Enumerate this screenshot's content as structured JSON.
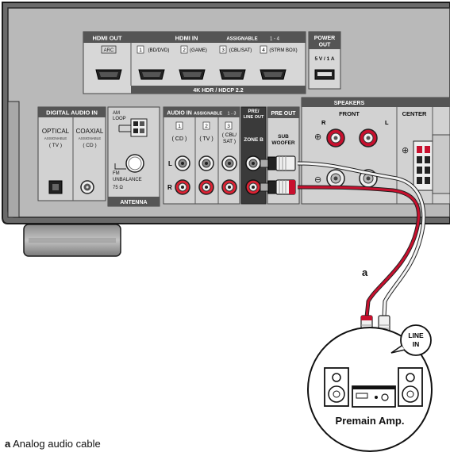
{
  "hdmi_out": {
    "title": "HDMI OUT",
    "arc": "ARC"
  },
  "hdmi_in": {
    "title": "HDMI IN",
    "assignable": "ASSIGNABLE",
    "assignable_range": "1 - 4",
    "inputs": [
      {
        "num": "1",
        "label": "(BD/DVD)"
      },
      {
        "num": "2",
        "label": "(GAME)"
      },
      {
        "num": "3",
        "label": "(CBL/SAT)"
      },
      {
        "num": "4",
        "label": "(STRM BOX)"
      }
    ],
    "footer": "4K HDR / HDCP 2.2"
  },
  "power_out": {
    "title_line1": "POWER",
    "title_line2": "OUT",
    "rating": "5 V / 1 A"
  },
  "digital_audio_in": {
    "title": "DIGITAL AUDIO IN",
    "optical": {
      "label": "OPTICAL",
      "assignable": "ASSIGNABLE",
      "source": "( TV )"
    },
    "coaxial": {
      "label": "COAXIAL",
      "assignable": "ASSIGNABLE",
      "source": "( CD )"
    }
  },
  "antenna": {
    "title": "ANTENNA",
    "am_line1": "AM",
    "am_line2": "LOOP",
    "fm_line1": "FM",
    "fm_line2": "UNBALANCE",
    "fm_ohm": "75 Ω"
  },
  "audio_in": {
    "title": "AUDIO IN",
    "assignable": "ASSIGNABLE",
    "assignable_range": "1 - 3",
    "inputs": [
      {
        "num": "1",
        "line1": "( CD )",
        "line2": ""
      },
      {
        "num": "2",
        "line1": "( TV )",
        "line2": ""
      },
      {
        "num": "3",
        "line1": "( CBL/",
        "line2": "SAT )"
      }
    ],
    "left": "L",
    "right": "R"
  },
  "pre_line_out": {
    "title_line1": "PRE/",
    "title_line2": "LINE OUT",
    "zone": "ZONE B"
  },
  "pre_out": {
    "title": "PRE OUT",
    "sub_line1": "SUB",
    "sub_line2": "WOOFER"
  },
  "speakers": {
    "title": "SPEAKERS",
    "front": "FRONT",
    "center": "CENTER",
    "right": "R",
    "left": "L",
    "plus": "⊕",
    "minus": "⊖"
  },
  "cable": {
    "label": "a"
  },
  "line_in": {
    "line1": "LINE",
    "line2": "IN"
  },
  "amp": {
    "label": "Premain Amp."
  },
  "caption": {
    "letter": "a",
    "text": "Analog audio cable"
  },
  "colors": {
    "panel": "#c9c9c9",
    "panel_dark": "#3a3a3a",
    "white_plug": "#e8e8e8",
    "red_plug": "#c8102e",
    "red_cable": "#c8102e"
  }
}
